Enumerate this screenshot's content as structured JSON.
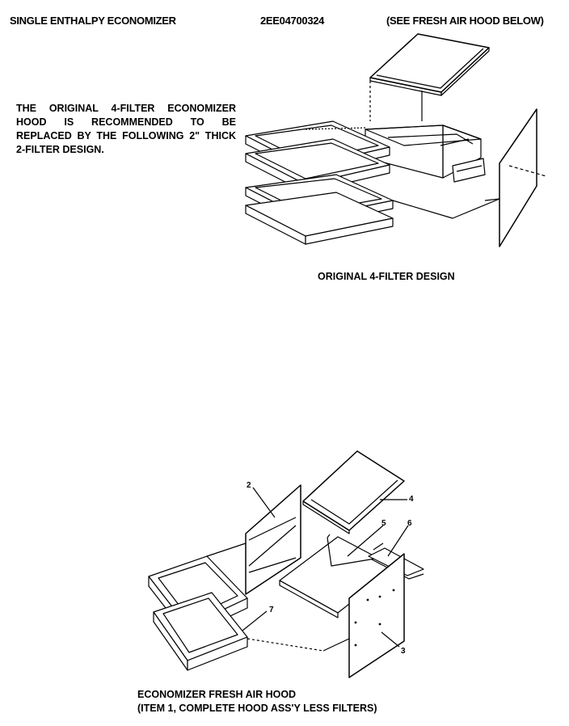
{
  "header": {
    "left": "SINGLE ENTHALPY ECONOMIZER",
    "model": "2EE04700324",
    "right": "(SEE FRESH AIR HOOD BELOW)"
  },
  "note": {
    "line1": "THE ORIGINAL 4-FILTER ECONOMIZER",
    "line2": "HOOD IS RECOMMENDED TO BE",
    "line3": "REPLACED BY THE FOLLOWING 2\" THICK",
    "line4": "2-FILTER DESIGN."
  },
  "captions": {
    "original": "ORIGINAL 4-FILTER DESIGN",
    "bottom_line1": "ECONOMIZER FRESH AIR HOOD",
    "bottom_line2": "(ITEM 1, COMPLETE HOOD ASS'Y LESS FILTERS)"
  },
  "callouts": {
    "c2": "2",
    "c3": "3",
    "c4": "4",
    "c5": "5",
    "c6": "6",
    "c7": "7"
  }
}
